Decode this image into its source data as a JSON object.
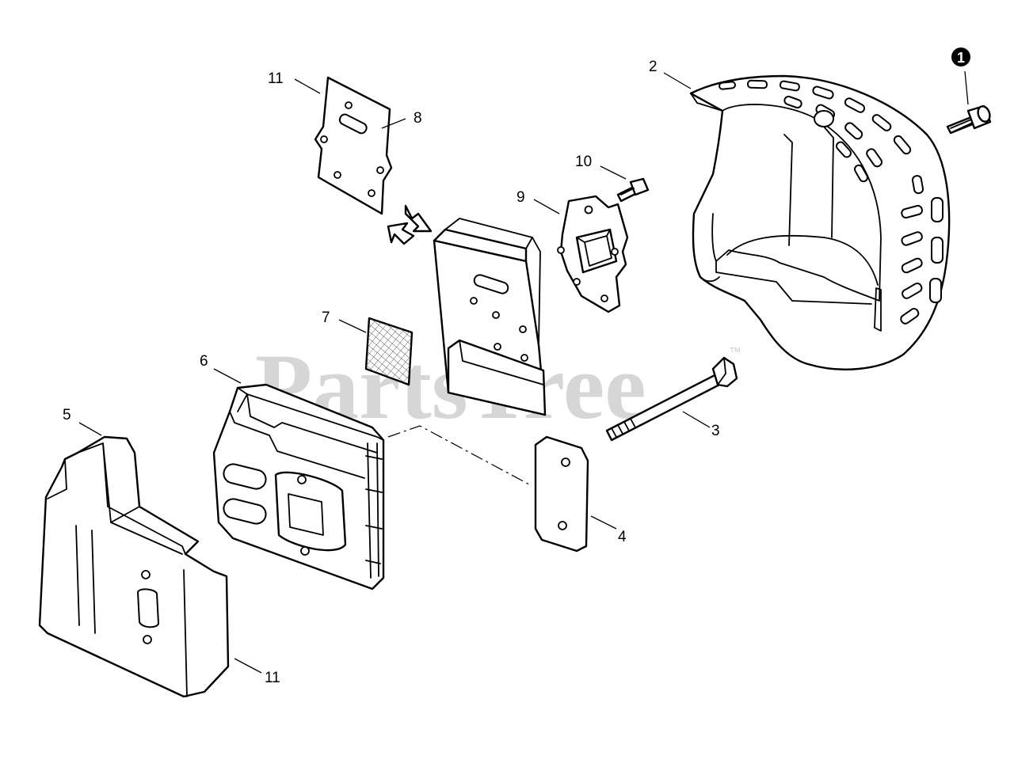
{
  "watermark": {
    "text": "PartsTree",
    "trademark": "™"
  },
  "callouts": {
    "c1": "1",
    "c2": "2",
    "c3": "3",
    "c4": "4",
    "c5": "5",
    "c6": "6",
    "c7": "7",
    "c8": "8",
    "c9": "9",
    "c10": "10",
    "c11a": "11",
    "c11b": "11"
  },
  "colors": {
    "line": "#000000",
    "watermark": "#d6d6d6",
    "background": "#ffffff"
  }
}
